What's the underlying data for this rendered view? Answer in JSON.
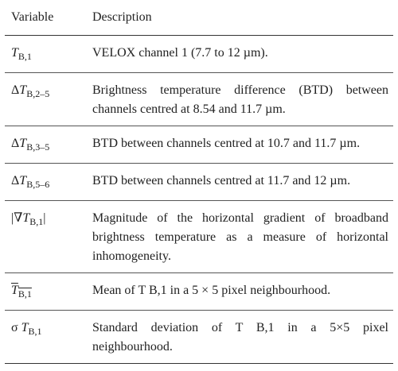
{
  "header": {
    "col1": "Variable",
    "col2": "Description"
  },
  "rows": [
    {
      "prefix": "",
      "symbol": "T",
      "subscript": "B,1",
      "suffix": "",
      "description": "VELOX channel 1 (7.7 to 12 µm)."
    },
    {
      "prefix": "Δ",
      "symbol": "T",
      "subscript": "B,2–5",
      "suffix": "",
      "description": "Brightness temperature difference (BTD) between channels centred at 8.54 and 11.7 µm."
    },
    {
      "prefix": "Δ",
      "symbol": "T",
      "subscript": "B,3–5",
      "suffix": "",
      "description": "BTD between channels centred at 10.7 and 11.7 µm."
    },
    {
      "prefix": "Δ",
      "symbol": "T",
      "subscript": "B,5–6",
      "suffix": "",
      "description": "BTD between channels centred at 11.7 and 12 µm."
    },
    {
      "prefix": "|∇",
      "symbol": "T",
      "subscript": "B,1",
      "suffix": "|",
      "description": "Magnitude of the horizontal gradient of broadband brightness temperature as a measure of horizontal inhomogeneity."
    },
    {
      "prefix": "",
      "symbol": "T",
      "subscript": "B,1",
      "suffix": "",
      "overline": true,
      "description": "Mean of T B,1 in a 5 × 5 pixel neighbourhood."
    },
    {
      "prefix": "σ ",
      "symbol": "T",
      "subscript": "B,1",
      "suffix": "",
      "description": "Standard deviation of T B,1 in a 5×5 pixel neighbourhood."
    }
  ]
}
